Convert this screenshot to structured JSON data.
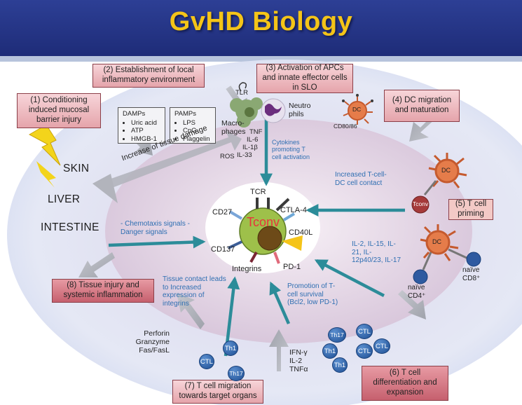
{
  "title": "GvHD Biology",
  "steps": {
    "s1": "(1) Conditioning induced mucosal barrier injury",
    "s2": "(2) Establishment of local inflammatory environment",
    "s3": "(3) Activation of APCs and innate effector cells in SLO",
    "s4": "(4) DC migration and maturation",
    "s5": "(5) T cell priming",
    "s6": "(6) T cell differentiation and expansion",
    "s7": "(7) T cell migration towards target organs",
    "s8": "(8) Tissue injury and systemic inflammation"
  },
  "organs": {
    "skin": "SKIN",
    "liver": "LIVER",
    "intestine": "INTESTINE"
  },
  "damps": {
    "title": "DAMPs",
    "items": [
      "Uric acid",
      "ATP",
      "HMGB-1"
    ]
  },
  "pamps": {
    "title": "PAMPs",
    "items": [
      "LPS",
      "CpG",
      "Flaggelin"
    ]
  },
  "cells": {
    "tlr": "TLR",
    "macrophages": "Macro-phages",
    "neutrophils": "Neutro phils",
    "dc": "DC",
    "cd80_86": "CD80/86",
    "tconv": "Tconv",
    "naive_cd4": "naïve CD4⁺",
    "naive_cd8": "naïve CD8⁺",
    "th1": "Th1",
    "th17": "Th17",
    "ctl": "CTL"
  },
  "cytokines": {
    "tnf": "TNF",
    "il6": "IL-6",
    "il1b": "IL-1β",
    "il33": "IL-33",
    "ros": "ROS",
    "promoting": "Cytokines promoting T cell activation",
    "il_list": "IL-2, IL-15, IL-21, IL-12p40/23, IL-17",
    "ifn": "IFN-γ IL-2 TNFα",
    "perforin": "Perforin Granzyme Fas/FasL"
  },
  "receptors": {
    "tcr": "TCR",
    "ctla4": "CTLA-4",
    "cd27": "CD27",
    "cd40l": "CD40L",
    "cd137": "CD137",
    "integrins": "Integrins",
    "pd1": "PD-1"
  },
  "annotations": {
    "tissue_damage": "Increase of tissue damage",
    "dc_contact": "Increased T-cell-DC cell contact",
    "signals": "- Chemotaxis signals - Danger signals",
    "tissue_contact": "Tissue contact leads to Increased expression of integrins",
    "survival": "Promotion of T-cell survival (Bcl2, low PD-1)"
  },
  "colors": {
    "header": "#25358a",
    "title": "#f4c418",
    "teal_arrow": "#2c8c99",
    "outer_ellipse": "#dde3f3",
    "tconv": "#e8343c"
  }
}
